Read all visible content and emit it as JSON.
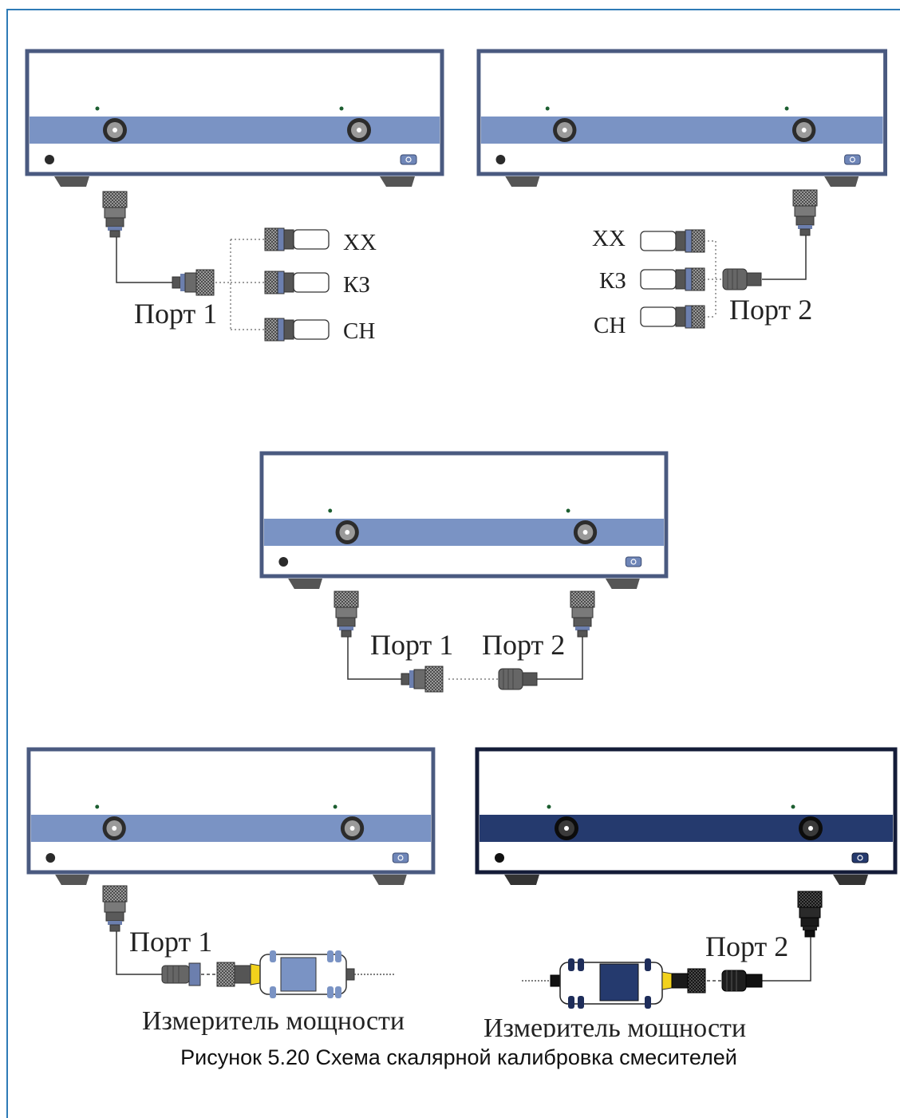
{
  "labels": {
    "port1": "Порт 1",
    "port2": "Порт 2",
    "open": "ХХ",
    "short": "КЗ",
    "load": "СН",
    "power_meter": "Измеритель мощности"
  },
  "caption": "Рисунок 5.20 Схема скалярной калибровка смесителей",
  "colors": {
    "frame_border": "#2e7bb6",
    "panel_band": "#7a93c4",
    "panel_border": "#4a5a80",
    "dark_band": "#253a6e",
    "dark_border": "#141c38",
    "foot": "#555555",
    "sensor_yellow": "#f2d21c"
  }
}
